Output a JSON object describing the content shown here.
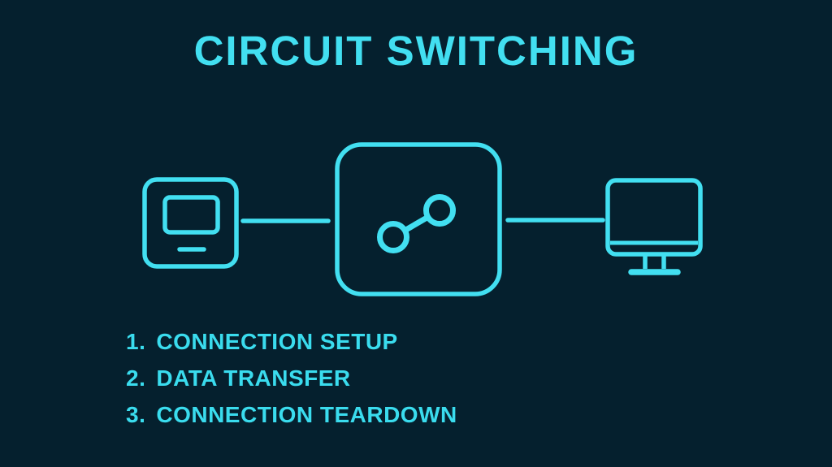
{
  "title": "CIRCUIT SWITCHING",
  "colors": {
    "background": "#05202e",
    "accent": "#42dff1",
    "text": "#3adcee"
  },
  "diagram": {
    "nodes": [
      {
        "id": "sender-device",
        "icon": "device-icon"
      },
      {
        "id": "circuit-switch",
        "icon": "switch-node-icon"
      },
      {
        "id": "receiver-monitor",
        "icon": "monitor-icon"
      }
    ],
    "links": [
      {
        "id": "device-to-switch"
      },
      {
        "id": "switch-to-monitor"
      }
    ]
  },
  "steps": [
    {
      "number": "1.",
      "label": "CONNECTION SETUP"
    },
    {
      "number": "2.",
      "label": "DATA TRANSFER"
    },
    {
      "number": "3.",
      "label": "CONNECTION TEARDOWN"
    }
  ]
}
